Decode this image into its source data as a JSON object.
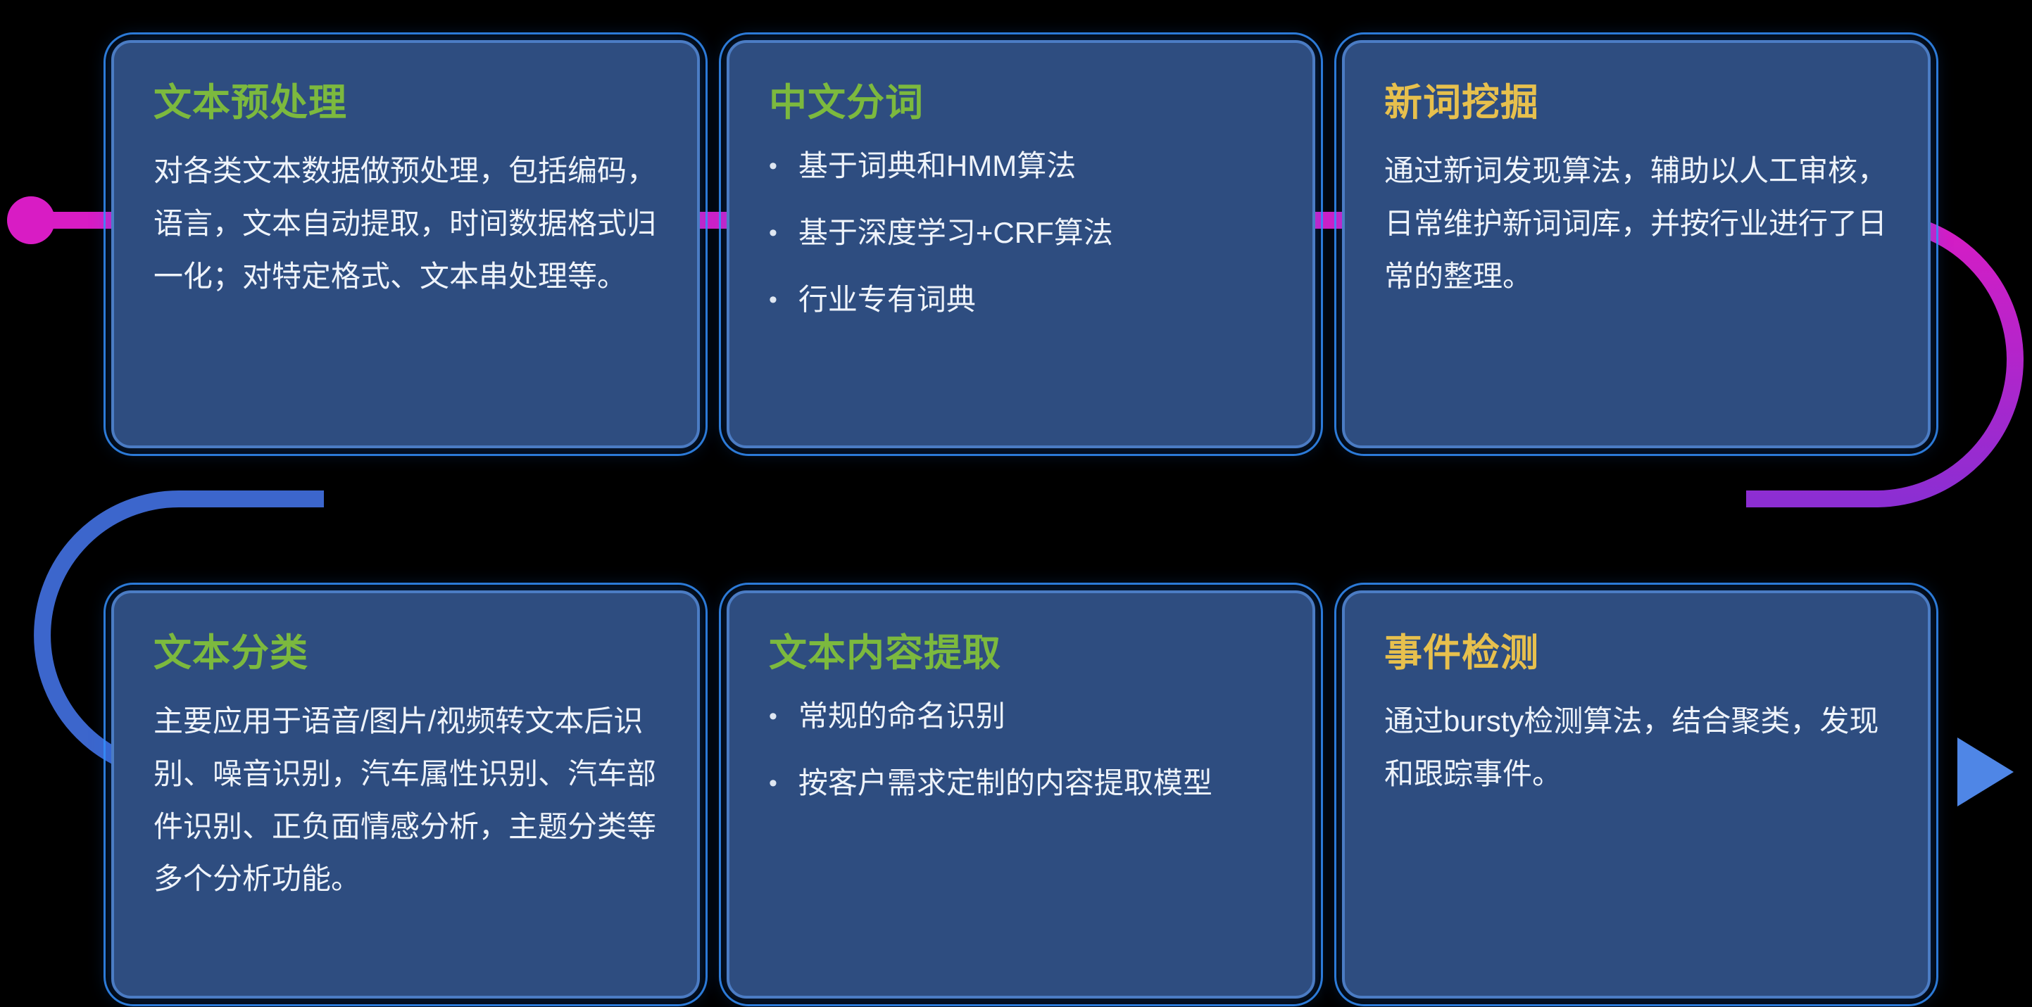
{
  "canvas": {
    "background": "#000000"
  },
  "ui": {
    "bullet": "•"
  },
  "flow": {
    "colors": {
      "magenta": "#d81cc4",
      "purple": "#8c2ed2",
      "indigo": "#5a48d2",
      "blue": "#3c66cc",
      "blue_light": "#4b82e4",
      "arrow": "#4f86e6"
    }
  },
  "cards": [
    {
      "title": "文本预处理",
      "title_color": "#7cb93e",
      "body": "对各类文本数据做预处理，包括编码，语言，文本自动提取，时间数据格式归一化；对特定格式、文本串处理等。"
    },
    {
      "title": "中文分词",
      "title_color": "#7cb93e",
      "bullets": [
        "基于词典和HMM算法",
        "基于深度学习+CRF算法",
        "行业专有词典"
      ]
    },
    {
      "title": "新词挖掘",
      "title_color": "#e7c04d",
      "body": "通过新词发现算法，辅助以人工审核，日常维护新词词库，并按行业进行了日常的整理。"
    },
    {
      "title": "文本分类",
      "title_color": "#7cb93e",
      "body": "主要应用于语音/图片/视频转文本后识别、噪音识别，汽车属性识别、汽车部件识别、正负面情感分析，主题分类等多个分析功能。"
    },
    {
      "title": "文本内容提取",
      "title_color": "#7cb93e",
      "bullets": [
        "常规的命名识别",
        "按客户需求定制的内容提取模型"
      ]
    },
    {
      "title": "事件检测",
      "title_color": "#e7c04d",
      "body": "通过bursty检测算法，结合聚类，发现和跟踪事件。"
    }
  ]
}
